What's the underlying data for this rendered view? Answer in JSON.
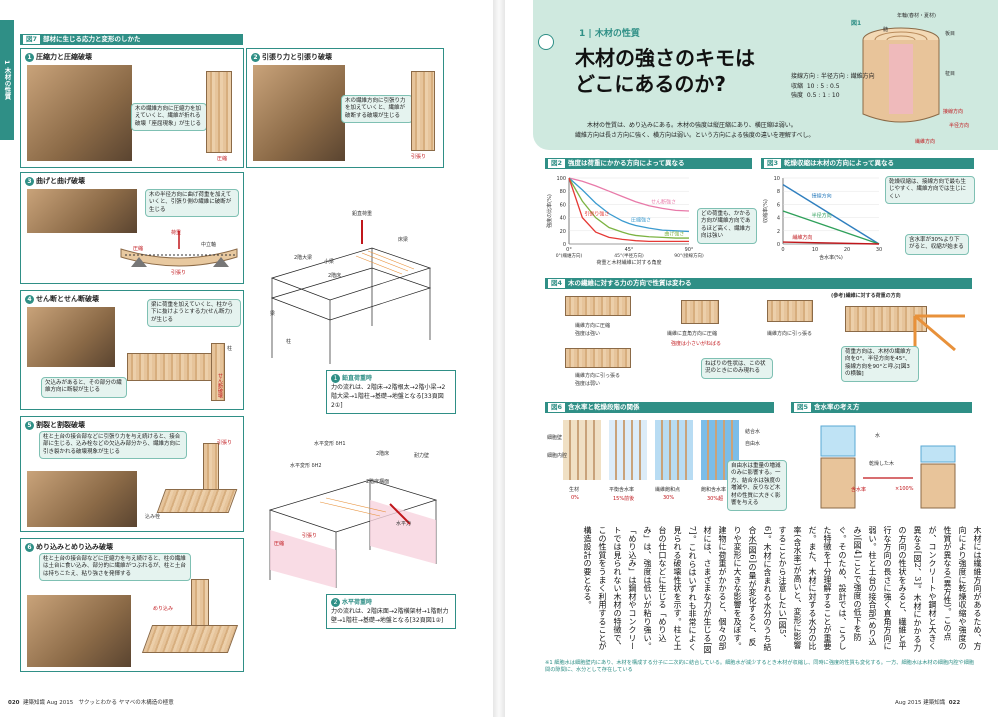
{
  "left": {
    "side_tab": "1 木材の性質",
    "fig7_tag": "図7",
    "fig7_title": "部材に生じる応力と変形のしかた",
    "panels": [
      {
        "num": "1",
        "title": "圧縮力と圧縮破壊",
        "callout": "木の繊維方向に圧縮力を加えていくと、繊維が折れる破壊「座屈現象」が生じる",
        "load": "圧縮"
      },
      {
        "num": "2",
        "title": "引張り力と引張り破壊",
        "callout": "木の繊維方向に引張り力を加えていくと、繊維が破断する破壊が生じる",
        "load": "引張り"
      },
      {
        "num": "3",
        "title": "曲げと曲げ破壊",
        "callout": "木の半径方向に曲げ荷重を加えていくと、引張り側の繊維に破断が生じる",
        "labels": [
          "荷重",
          "圧縮",
          "中立軸",
          "引張り"
        ]
      },
      {
        "num": "4",
        "title": "せん断とせん断破壊",
        "callout1": "梁に荷重を加えていくと、柱から下に抜けようとする力(せん断力)が生じる",
        "callout2": "欠込みがあると、その部分の繊維方向に断裂が生じる",
        "labels": [
          "柱",
          "せん断破壊"
        ]
      },
      {
        "num": "5",
        "title": "割裂と割裂破壊",
        "callout": "柱と土台の接合部などに引張り力を与え続けると、接合部に生じる、込み栓などの欠込み部分から、繊維方向に引き裂かれる破壊現象が生じる",
        "labels": [
          "引張り",
          "込み栓"
        ]
      },
      {
        "num": "6",
        "title": "めり込みとめり込み破壊",
        "callout": "柱と土台の接合部などに圧縮力を与え続けると、柱の繊維は土台に食い込み、部分的に繊維がつぶれるが、柱と土台は持ちこたえ、粘り強さを発揮する",
        "labels": [
          "めり込み"
        ]
      }
    ],
    "diagram_top_labels": [
      "鉛直荷重",
      "2階床",
      "2階大梁",
      "小梁",
      "床梁",
      "梁",
      "柱"
    ],
    "diagram_bottom_labels": [
      "水平変形 δH1",
      "2階床",
      "水平変形 δH2",
      "耐力壁",
      "2階床構面",
      "水平力",
      "圧縮",
      "引張り"
    ],
    "note1_num": "1",
    "note1_head": "鉛直荷重時",
    "note1_text": "力の流れは、2階床→2階根太→2階小梁→2階大梁→1階柱→基礎→地盤となる[33頁図2①]",
    "note2_num": "2",
    "note2_head": "水平荷重時",
    "note2_text": "力の流れは、2階床面→2階横架材→1階耐力壁→1階柱→基礎→地盤となる[32頁図1②]",
    "footer_page": "020",
    "footer_mag": "建築知識 Aug 2015",
    "footer_title": "サクッとわかる ヤマベの木構造の極意"
  },
  "right": {
    "section_label": "1 | 木材の性質",
    "title_line1": "木材の強さのキモは",
    "title_line2": "どこにあるのか?",
    "lead_line1": "木材の性質は、めり込みにある。木材の強度は縦圧縮にあり、横圧縮は弱い。",
    "lead_line2": "繊維方向は長さ方向に強く、横方向は弱い。という方向による強度の違いを理解すべし。",
    "fig1_tag": "図1",
    "fig1_labels": [
      "年輪(春材・夏材)",
      "髄",
      "板目",
      "柾目",
      "接線方向",
      "半径方向",
      "繊維方向"
    ],
    "strength_table": {
      "head": "接線方向 : 半径方向 : 繊維方向",
      "rows": [
        [
          "収縮",
          "10",
          "5",
          "0.5"
        ],
        [
          "強度",
          "0.5",
          "1",
          "10"
        ]
      ]
    },
    "fig2_tag": "図2",
    "fig2_title": "強度は荷重にかかる方向によって異なる",
    "fig3_tag": "図3",
    "fig3_title": "乾燥収縮は木材の方向によって異なる",
    "fig3_callout": "乾燥収縮は、接線方向で最も生じやすく、繊維方向では生じにくい",
    "fig3_callout2": "含水率が30%より下がると、収縮が始まる",
    "fig4_tag": "図4",
    "fig4_title": "木の繊維に対する力の方向で性質は変わる",
    "fig4_labels": [
      "繊維方向に圧縮",
      "強度は強い",
      "繊維方向に引っ張る",
      "強度は弱い",
      "繊維に直角方向に圧縮",
      "強度は小さいがねばる",
      "ねばりの性状は、この状況のときにのみ現れる",
      "繊維方向に引っ張る"
    ],
    "fig4_ref_title": "(参考)繊維に対する荷重の方向",
    "fig4_ref_callout": "荷重方向は、木材の繊維方向を0°、半径方向を45°、接線方向を90°と呼ぶ[図3の横軸]",
    "fig5_tag": "図5",
    "fig5_title": "含水率の考え方",
    "fig5_labels": [
      "水",
      "乾燥した木",
      "含水率",
      "×100%"
    ],
    "fig6_tag": "図6",
    "fig6_title": "含水率と乾燥段階の関係",
    "fig6_labels": [
      "結合水",
      "自由水",
      "細胞壁",
      "細胞内腔"
    ],
    "fig6_callout": "自由水は重量の増減のみに影響する。一方、結合水は強度の増減や、反りなど木材の性質に大きく影響を与える",
    "fig6_stages": [
      {
        "name": "生材",
        "pct": "0%"
      },
      {
        "name": "平衡含水率",
        "pct": "15%前後"
      },
      {
        "name": "繊維飽和点",
        "pct": "30%"
      },
      {
        "name": "飽和含水率",
        "pct": "30%超"
      }
    ],
    "body_text": "木材には繊維方向があるため、方向により強度に乾燥収縮や強度の性質が異なる(異方性)。この点が、コンクリートや鋼材と大きく異なる[図2、3]。木材にかかる力の方向の性状をみると、繊維と平行な方向の長さに強く直角方向に弱い。柱と土台の接合部(めり込み)[図4]ことで強度の低下を防ぐ。そのため、設計では、こうした特徴を十分理解することが重要だ。また、木材に対する水分の比率(含水率)が高いと、変形に影響することから注意したい[図5、6]。木材に含まれる水分のうち結合水[図6]の量が変化すると、反りや変形に大きな影響を及ぼす。建物に荷重がかかると、個々の部材には、さまざまな力が生じる[図7]。これらはいずれも非常によく見られる破壊性状を示す。柱と土台の仕口などに生じる「めり込み」は、強度は低いが粘り強い。「めり込み」は鋼材やコンクリートでは見られない木材の特徴で、この性質をうまく利用することが構造設計の要となる。",
    "footnote": "※1 細胞水は細胞壁内にあり、木材を構成する分子に二次的に結合している。細胞水が減少するとき木材が収縮し、同時に強度的性質も変化する。一方、細胞水は木材の細胞内腔や細胞間の隙間に、水分として存在している",
    "footer_mag": "Aug 2015 建築知識",
    "footer_page": "022"
  },
  "chart_data": [
    {
      "type": "line",
      "title": "強度は荷重にかかる方向によって異なる",
      "xlabel": "荷重と木材繊維に対する角度",
      "ylabel": "強度の比率(%)",
      "ylim": [
        0,
        100
      ],
      "categories": [
        "0°(繊維方向)",
        "45°(半径方向)",
        "90°(接線方向)"
      ],
      "x": [
        0,
        10,
        20,
        30,
        40,
        45,
        50,
        60,
        70,
        80,
        90
      ],
      "xticks": [
        "0°",
        "45°",
        "90°"
      ],
      "yticks": [
        0,
        20,
        40,
        60,
        80,
        100
      ],
      "callout": "どの荷重も、かかる方向が繊維方向であるほど高く、繊維方向は強い",
      "series": [
        {
          "name": "せん断強さ",
          "values": [
            100,
            95,
            88,
            80,
            72,
            68,
            64,
            58,
            54,
            51,
            50
          ]
        },
        {
          "name": "圧縮強さ",
          "values": [
            100,
            82,
            62,
            46,
            35,
            31,
            28,
            24,
            21,
            20,
            19
          ]
        },
        {
          "name": "曲げ強さ",
          "values": [
            100,
            65,
            40,
            25,
            18,
            15,
            13,
            11,
            10,
            9,
            9
          ]
        },
        {
          "name": "引張り強さ",
          "values": [
            100,
            40,
            18,
            10,
            7,
            6,
            5,
            4,
            4,
            4,
            4
          ]
        }
      ],
      "colors": [
        "#e87aa9",
        "#3b9bd0",
        "#7cb342",
        "#e53935"
      ]
    },
    {
      "type": "line",
      "title": "乾燥収縮は木材の方向によって異なる",
      "xlabel": "含水率(%)",
      "ylabel": "収縮率(%)",
      "xlim": [
        0,
        30
      ],
      "ylim": [
        0,
        10
      ],
      "xticks": [
        0,
        10,
        20,
        30
      ],
      "yticks": [
        0,
        2,
        4,
        6,
        8,
        10
      ],
      "series": [
        {
          "name": "接線方向",
          "x": [
            0,
            30
          ],
          "values": [
            9,
            0
          ]
        },
        {
          "name": "半径方向",
          "x": [
            0,
            30
          ],
          "values": [
            5,
            0
          ]
        },
        {
          "name": "繊維方向",
          "x": [
            0,
            30
          ],
          "values": [
            0.3,
            0
          ]
        }
      ],
      "colors": [
        "#2f7fbf",
        "#2fa05a",
        "#c0161b"
      ]
    }
  ],
  "colors": {
    "accent": "#2f8f86",
    "red": "#c0161b",
    "callout_bg": "#e5f3ef",
    "title_panel": "#cfe9df"
  }
}
